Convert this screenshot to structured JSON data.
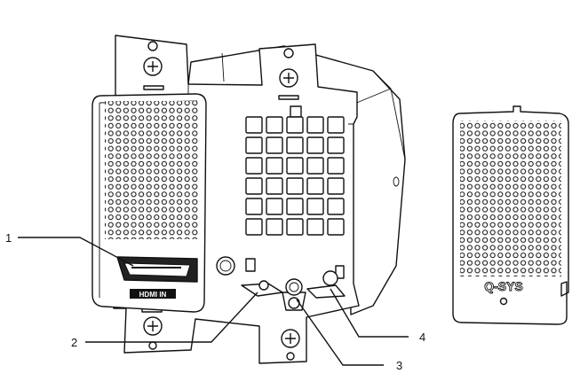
{
  "callouts": [
    {
      "number": "1"
    },
    {
      "number": "2"
    },
    {
      "number": "3"
    },
    {
      "number": "4"
    }
  ],
  "labels": {
    "hdmi_port": "HDMI IN",
    "logo": "Q-SYS"
  }
}
